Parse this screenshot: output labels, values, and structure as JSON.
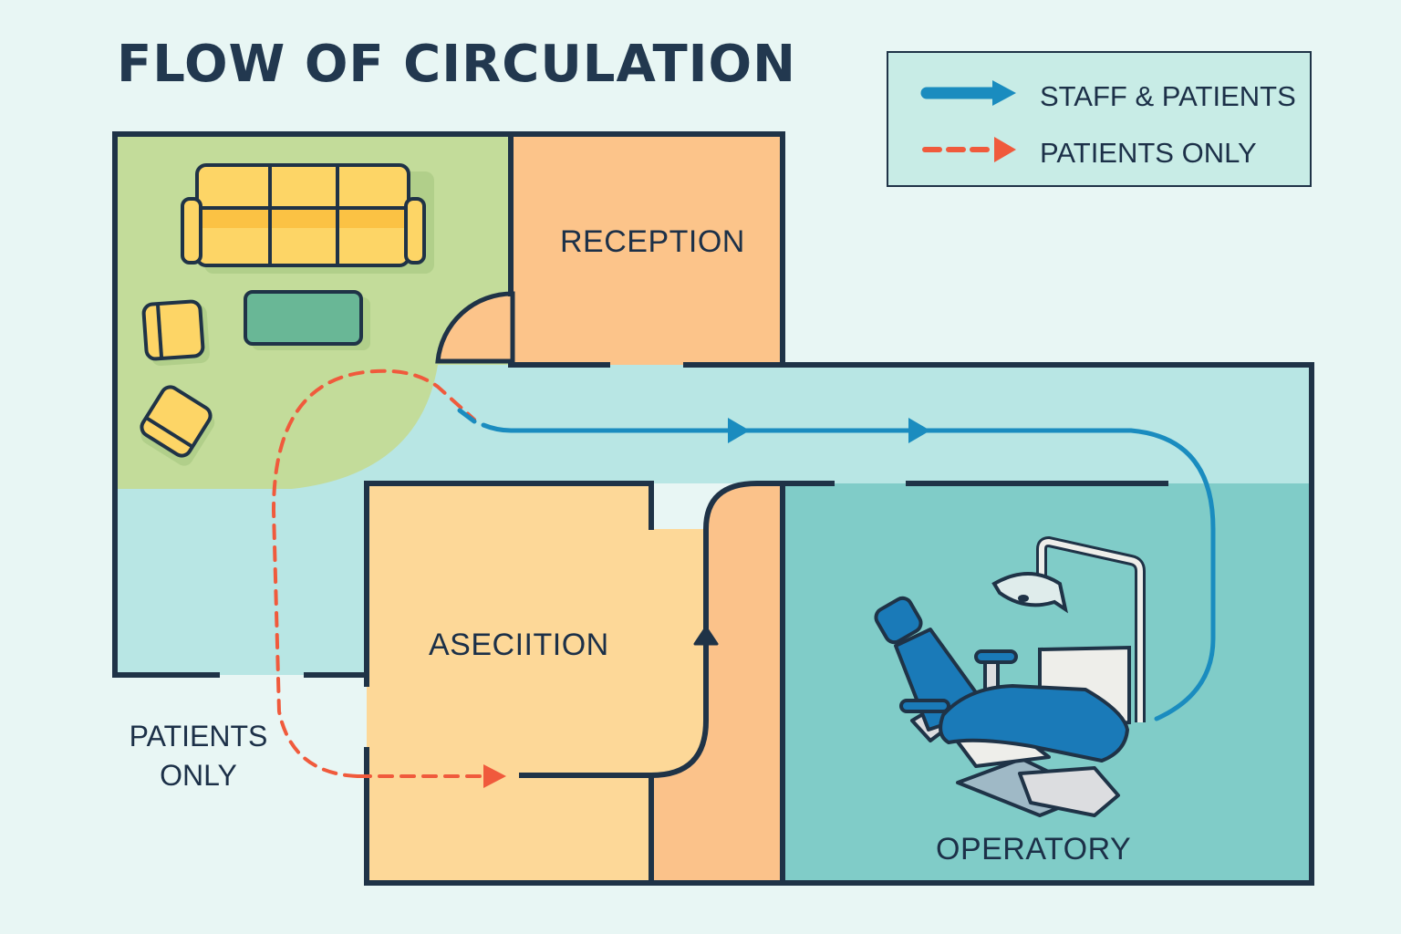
{
  "title": "FLOW OF CIRCULATION",
  "legend": {
    "items": [
      {
        "label": "STAFF & PATIENTS",
        "style": "solid-arrow",
        "color": "#1a8cbf"
      },
      {
        "label": "PATIENTS ONLY",
        "style": "dashed-arrow",
        "color": "#f05a3c"
      }
    ]
  },
  "rooms": {
    "waiting": {
      "label": "",
      "color": "#c3dc9a",
      "furniture": [
        "sofa",
        "armchair",
        "armchair",
        "coffee-table"
      ]
    },
    "reception": {
      "label": "RECEPTION",
      "color": "#fcc48a"
    },
    "corridor": {
      "label": "",
      "color": "#b8e6e4"
    },
    "sterilization": {
      "label": "ASECIITION",
      "color": "#fdd898"
    },
    "passage": {
      "label": "",
      "color": "#fbc28a"
    },
    "operatory": {
      "label": "OPERATORY",
      "color": "#80ccc8",
      "furniture": [
        "dental-chair",
        "dental-light",
        "cabinet"
      ]
    }
  },
  "annotations": {
    "entrance_label_line1": "PATIENTS",
    "entrance_label_line2": "ONLY"
  },
  "colors": {
    "wall": "#1f3347",
    "background": "#e8f6f4",
    "staff_path": "#1a8cbf",
    "patient_path": "#f05a3c",
    "text": "#1c3048"
  }
}
